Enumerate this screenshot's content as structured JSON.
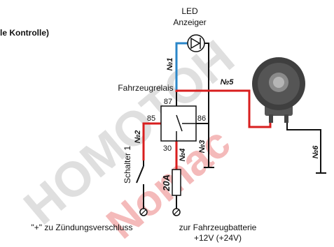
{
  "header": {
    "partial_title": "le Kontrolle)"
  },
  "watermark": {
    "line1": "HOMOTOH",
    "line2": "Nomac"
  },
  "led": {
    "line1": "LED",
    "line2": "Anzeiger"
  },
  "relay": {
    "title": "Fahrzeugrelais",
    "pin_87": "87",
    "pin_85": "85",
    "pin_86": "86",
    "pin_30": "30"
  },
  "wires": {
    "n1": "№1",
    "n2": "№2",
    "n3": "№3",
    "n4": "№4",
    "n5": "№5",
    "n6": "№6"
  },
  "switch": {
    "label": "Schalter 1"
  },
  "fuse": {
    "label": "20A"
  },
  "terminals": {
    "ignition": "\"+\" zu Zündungsverschluss",
    "battery_line1": "zur Fahrzeugbatterie",
    "battery_line2": "+12V (+24V)"
  },
  "colors": {
    "red_wire": "#d81e1e",
    "blue_wire": "#2a86c8",
    "black_wire": "#111111",
    "watermark_gray": "#d9d9d9",
    "watermark_red": "#f0a0a0",
    "buzzer_body": "#4a4a4a"
  }
}
